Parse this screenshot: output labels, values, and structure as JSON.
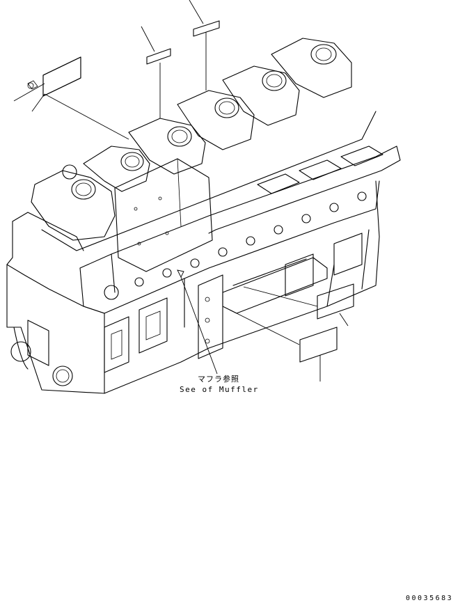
{
  "callout": {
    "note_jp": "マフラ参照",
    "note_en": "See of Muffler"
  },
  "figure_number": "00035683"
}
